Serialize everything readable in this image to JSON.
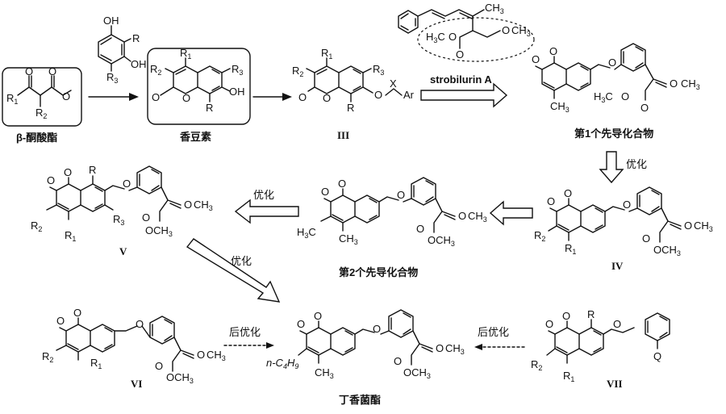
{
  "labels": {
    "beta_ketoester": "β-酮酸酯",
    "coumarin": "香豆素",
    "compound_III": "III",
    "compound_IV": "IV",
    "compound_V": "V",
    "compound_VI": "VI",
    "compound_VII": "VII",
    "lead1": "第1个先导化合物",
    "lead2": "第2个先导化合物",
    "product": "丁香菌酯"
  },
  "arrows": {
    "strobilurin": "strobilurin A",
    "optimize": "优化",
    "post_optimize": "后优化"
  },
  "atoms": {
    "O": "O",
    "OH": "OH",
    "R": "R",
    "R1": "R",
    "R2": "R",
    "R3": "R",
    "one": "1",
    "two": "2",
    "three": "3",
    "H3C": "H",
    "CH3": "CH",
    "X": "X",
    "Ar": "Ar",
    "Q": "Q",
    "butyl": "n-C",
    "butyl_sub": "4",
    "butyl_h": "H",
    "butyl_sub2": "9"
  }
}
